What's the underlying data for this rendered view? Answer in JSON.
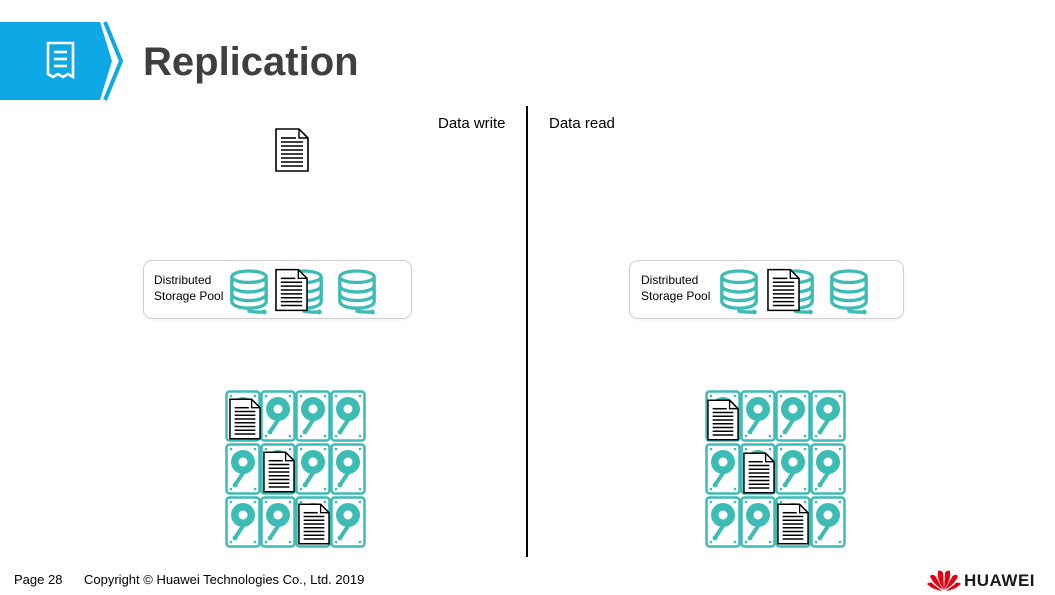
{
  "header": {
    "title": "Replication",
    "icon": "document-list-icon",
    "accent_color": "#0fa8e6"
  },
  "panels": {
    "write": {
      "label": "Data write",
      "pool_label_line1": "Distributed",
      "pool_label_line2": "Storage Pool"
    },
    "read": {
      "label": "Data read",
      "pool_label_line1": "Distributed",
      "pool_label_line2": "Storage Pool"
    }
  },
  "icons": {
    "database": "database-icon",
    "disk": "hard-disk-icon",
    "document": "document-icon"
  },
  "colors": {
    "teal": "#3dbcb5",
    "pool_border": "#d0d0d0",
    "title_text": "#3f3f3f"
  },
  "footer": {
    "page": "Page 28",
    "copyright": "Copyright © Huawei Technologies Co., Ltd. 2019",
    "brand": "HUAWEI",
    "brand_color": "#e60012"
  }
}
